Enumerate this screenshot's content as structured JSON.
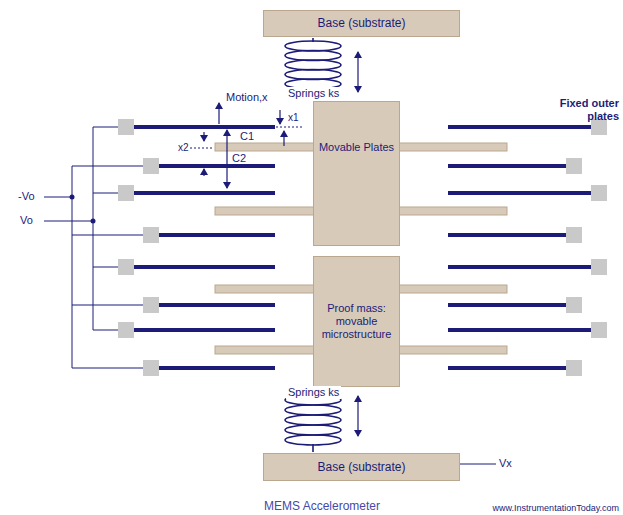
{
  "diagram": {
    "caption": "MEMS Accelerometer",
    "nodes": [
      {
        "text": [
          "Base (substrate)"
        ]
      },
      {
        "text": [
          "Movable Plates"
        ]
      },
      {
        "text": [
          "Proof mass: movable microstructure"
        ]
      },
      {
        "text": [
          "Base (substrate)"
        ]
      }
    ],
    "labels": [
      "Springs ks",
      "Motion,x",
      "x1",
      "C1",
      "x2",
      "C2",
      "Fixed outer plates",
      "-Vo",
      "Vo",
      "Springs ks",
      "Vx",
      "www.InstrumentationToday.com"
    ]
  }
}
